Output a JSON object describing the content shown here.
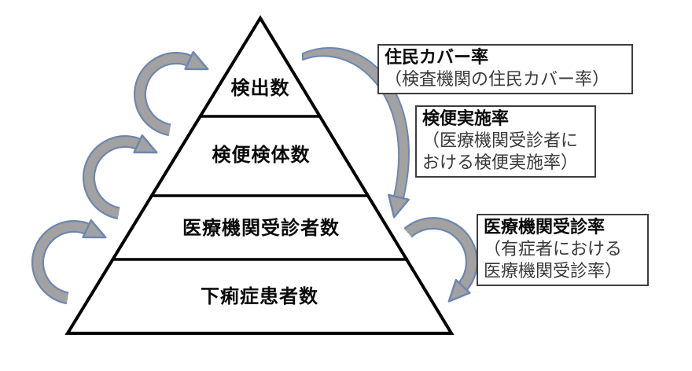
{
  "diagram": {
    "type": "pyramid",
    "background": "#ffffff",
    "pyramid": {
      "levels": [
        {
          "label": "検出数"
        },
        {
          "label": "検便検体数"
        },
        {
          "label": "医療機関受診者数"
        },
        {
          "label": "下痢症患者数"
        }
      ],
      "outline_color": "#000000",
      "fill_color": "#ffffff"
    },
    "annotations": [
      {
        "title": "住民カバー率",
        "lines": [
          "（検査機関の住民カバー率）"
        ]
      },
      {
        "title": "検便実施率",
        "lines": [
          "（医療機関受診者に",
          "おける検便実施率）"
        ]
      },
      {
        "title": "医療機関受診率",
        "lines": [
          "（有症者における",
          "医療機関受診率）"
        ]
      }
    ],
    "arrows": {
      "left_up_count": 3,
      "right_down_count": 2,
      "fill": "#a2a2a2",
      "outline": "#6e86af"
    },
    "colors": {
      "box_border": "#3d3d3d",
      "text": "#000000",
      "secondary_text": "#3a3a3a"
    }
  }
}
